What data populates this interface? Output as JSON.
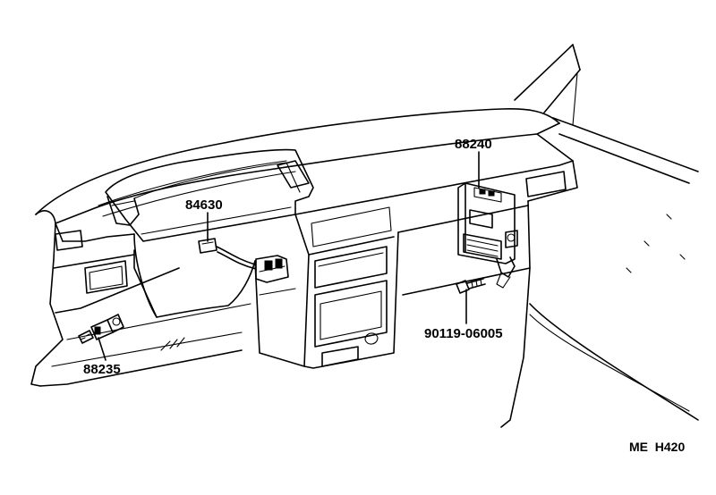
{
  "callouts": {
    "relay_88240": "88240",
    "switch_84630": "84630",
    "sensor_88235": "88235",
    "bolt_90119": "90119-06005"
  },
  "figure_code": "ME  H420"
}
